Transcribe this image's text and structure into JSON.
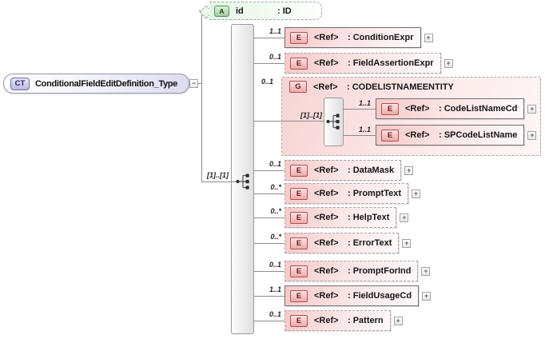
{
  "root": {
    "badge": "CT",
    "name": "ConditionalFieldEditDefinition_Type",
    "collapse_glyph": "−"
  },
  "attribute": {
    "badge": "A",
    "name": "id",
    "type": ": ID"
  },
  "main_sequence": {
    "occurrence": "[1]..[1]"
  },
  "elements": [
    {
      "cardinality": "1..1",
      "badge": "E",
      "ref": "<Ref>",
      "type": ": ConditionExpr",
      "expand": "+"
    },
    {
      "cardinality": "0..1",
      "badge": "E",
      "ref": "<Ref>",
      "type": ": FieldAssertionExpr",
      "expand": "+"
    },
    {
      "cardinality": "0..1",
      "badge": "E",
      "ref": "<Ref>",
      "type": ": DataMask",
      "expand": "+"
    },
    {
      "cardinality": "0..*",
      "badge": "E",
      "ref": "<Ref>",
      "type": ": PromptText",
      "expand": "+"
    },
    {
      "cardinality": "0..*",
      "badge": "E",
      "ref": "<Ref>",
      "type": ": HelpText",
      "expand": "+"
    },
    {
      "cardinality": "0..*",
      "badge": "E",
      "ref": "<Ref>",
      "type": ": ErrorText",
      "expand": "+"
    },
    {
      "cardinality": "0..1",
      "badge": "E",
      "ref": "<Ref>",
      "type": ": PromptForInd",
      "expand": "+"
    },
    {
      "cardinality": "1..1",
      "badge": "E",
      "ref": "<Ref>",
      "type": ": FieldUsageCd",
      "expand": "+"
    },
    {
      "cardinality": "0..1",
      "badge": "E",
      "ref": "<Ref>",
      "type": ": Pattern",
      "expand": "+"
    }
  ],
  "group": {
    "cardinality": "0..1",
    "badge": "G",
    "ref": "<Ref>",
    "type": ": CODELISTNAMEENTITY",
    "occurrence": "[1]..[1]",
    "children": [
      {
        "cardinality": "1..1",
        "badge": "E",
        "ref": "<Ref>",
        "type": ": CodeListNameCd",
        "expand": "+"
      },
      {
        "cardinality": "1..1",
        "badge": "E",
        "ref": "<Ref>",
        "type": ": SPCodeListName",
        "expand": "+"
      }
    ]
  },
  "colors": {
    "element_fill": "#f6c9c9",
    "element_badge_border": "#b05050",
    "attribute_fill": "#e4f6e4",
    "complextype_fill": "#dcdcf0",
    "connector_line": "#8c8c8c"
  }
}
